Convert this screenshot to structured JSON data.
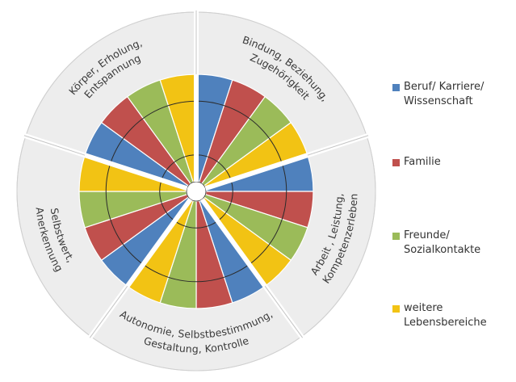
{
  "chart_data": {
    "type": "radial-bar",
    "sectors": [
      {
        "label_lines": [
          "Bindung, Beziehung,",
          "Zugehörigkeit"
        ],
        "values": [
          1,
          1,
          1,
          1
        ]
      },
      {
        "label_lines": [
          "Arbeit , Leistung,",
          "Kompetenzerleben"
        ],
        "values": [
          1,
          1,
          1,
          1
        ]
      },
      {
        "label_lines": [
          "Autonomie, Selbstbestimmung,",
          "Gestaltung, Kontrolle"
        ],
        "values": [
          1,
          1,
          1,
          1
        ]
      },
      {
        "label_lines": [
          "Selbstwert,",
          "Anerkennung"
        ],
        "values": [
          1,
          1,
          1,
          1
        ]
      },
      {
        "label_lines": [
          "Körper, Erholung,",
          "Entspannung"
        ],
        "values": [
          1,
          1,
          1,
          1
        ]
      }
    ],
    "series": [
      {
        "name": "Beruf/ Karriere/\nWissenschaft",
        "color": "#4f81bd"
      },
      {
        "name": "Familie",
        "color": "#c0504d"
      },
      {
        "name": "Freunde/\nSozialkontakte",
        "color": "#9bbb59"
      },
      {
        "name": "weitere\nLebensbereiche",
        "color": "#f2c314"
      }
    ],
    "grid_rings": [
      0.25,
      0.75
    ],
    "grid": true,
    "legend_position": "right",
    "ring_color": "#ededed",
    "separator_color": "#c4c4c4",
    "grid_color": "#2b2b2b"
  }
}
